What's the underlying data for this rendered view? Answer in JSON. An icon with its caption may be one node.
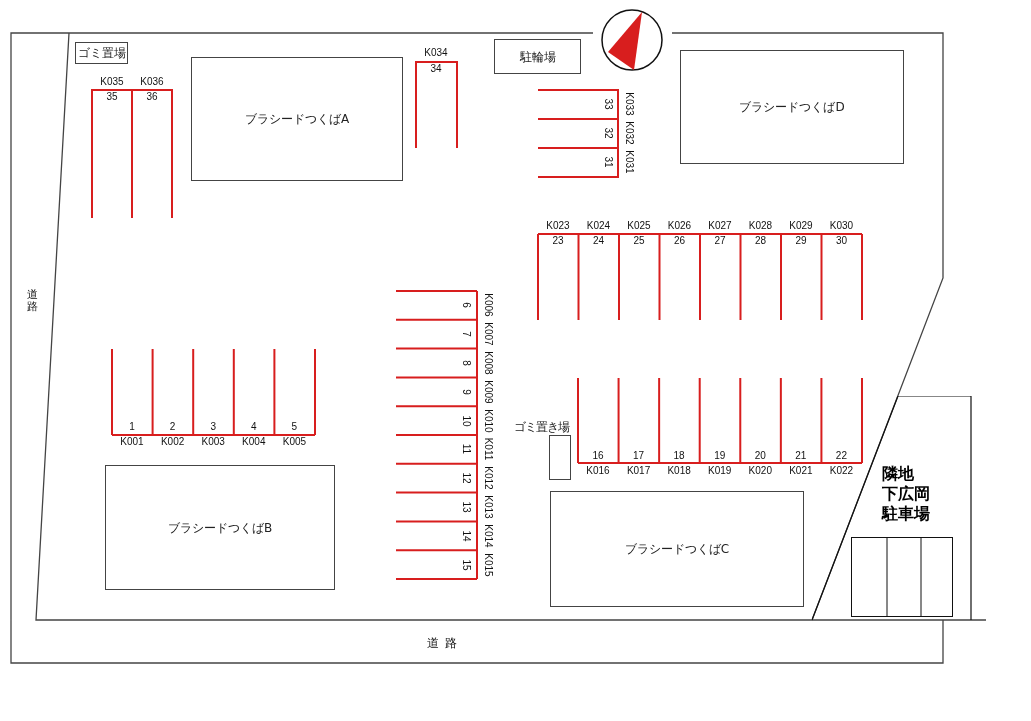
{
  "diagram": {
    "nodes": [
      {
        "text": [
          "ゴミ置場"
        ]
      },
      {
        "text": [
          "ブラシードつくばA"
        ]
      },
      {
        "text": [
          "駐輪場"
        ]
      },
      {
        "text": [
          "ブラシードつくばD"
        ]
      },
      {
        "text": [
          "ブラシードつくばB"
        ]
      },
      {
        "text": [
          "ゴミ置き場"
        ]
      },
      {
        "text": [
          "ブラシードつくばC"
        ]
      },
      {
        "text": [
          "隣地",
          "下広岡",
          "駐車場"
        ]
      },
      {
        "text": [],
        "shape": "box",
        "in": 7
      }
    ],
    "labels": [
      "K034",
      "34",
      "K035",
      "K036",
      "35",
      "36",
      "33",
      "32",
      "31",
      "K033",
      "K032",
      "K031",
      "K023",
      "K024",
      "K025",
      "K026",
      "K027",
      "K028",
      "K029",
      "K030",
      "23",
      "24",
      "25",
      "26",
      "27",
      "28",
      "29",
      "30",
      "道路",
      "6",
      "7",
      "8",
      "9",
      "10",
      "11",
      "12",
      "13",
      "14",
      "15",
      "K006",
      "K007",
      "K008",
      "K009",
      "K010",
      "K011",
      "K012",
      "K013",
      "K014",
      "K015",
      "1",
      "2",
      "3",
      "4",
      "5",
      "K001",
      "K002",
      "K003",
      "K004",
      "K005",
      "16",
      "17",
      "18",
      "19",
      "20",
      "21",
      "22",
      "K016",
      "K017",
      "K018",
      "K019",
      "K020",
      "K021",
      "K022",
      "道路"
    ]
  }
}
